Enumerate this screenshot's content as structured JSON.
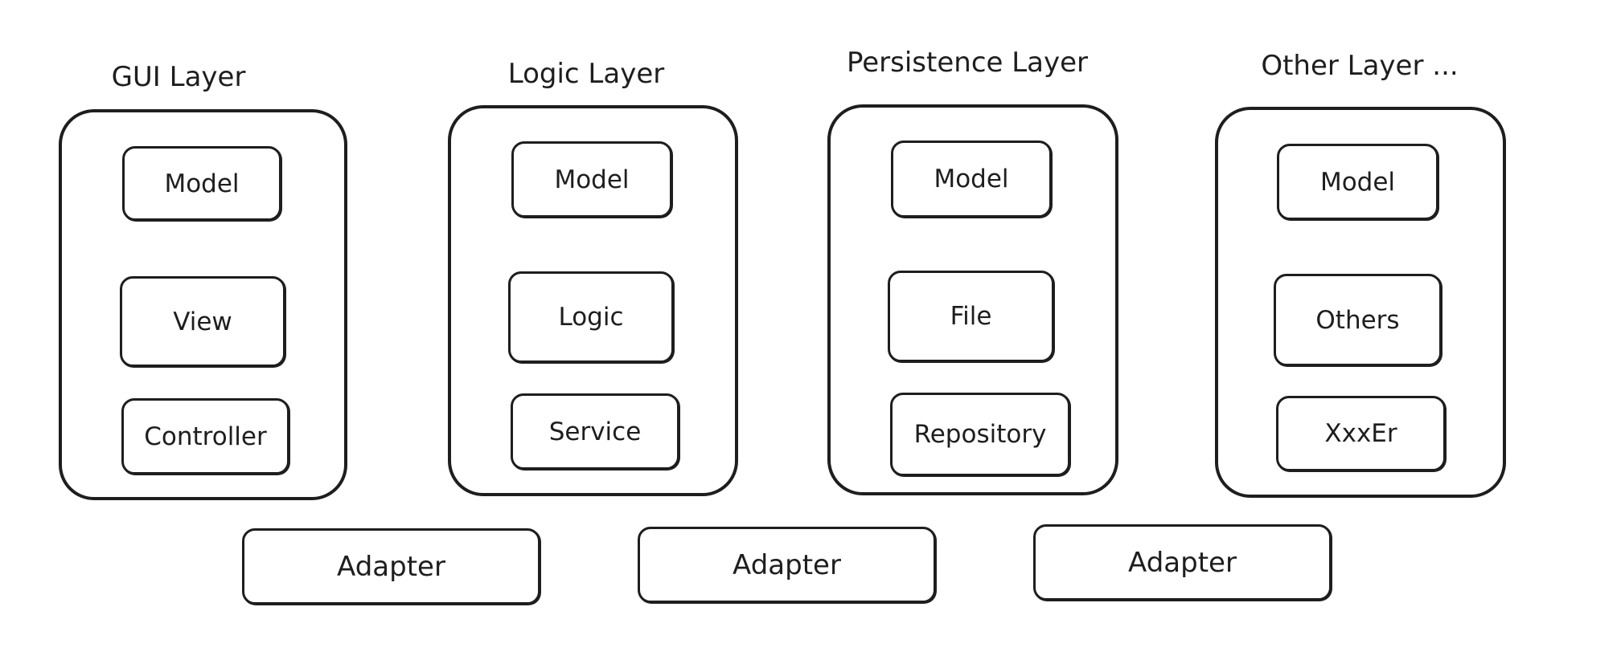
{
  "layers": [
    {
      "title": "GUI Layer",
      "components": [
        "Model",
        "View",
        "Controller"
      ]
    },
    {
      "title": "Logic Layer",
      "components": [
        "Model",
        "Logic",
        "Service"
      ]
    },
    {
      "title": "Persistence Layer",
      "components": [
        "Model",
        "File",
        "Repository"
      ]
    },
    {
      "title": "Other Layer ...",
      "components": [
        "Model",
        "Others",
        "XxxEr"
      ]
    }
  ],
  "adapters": [
    "Adapter",
    "Adapter",
    "Adapter"
  ]
}
